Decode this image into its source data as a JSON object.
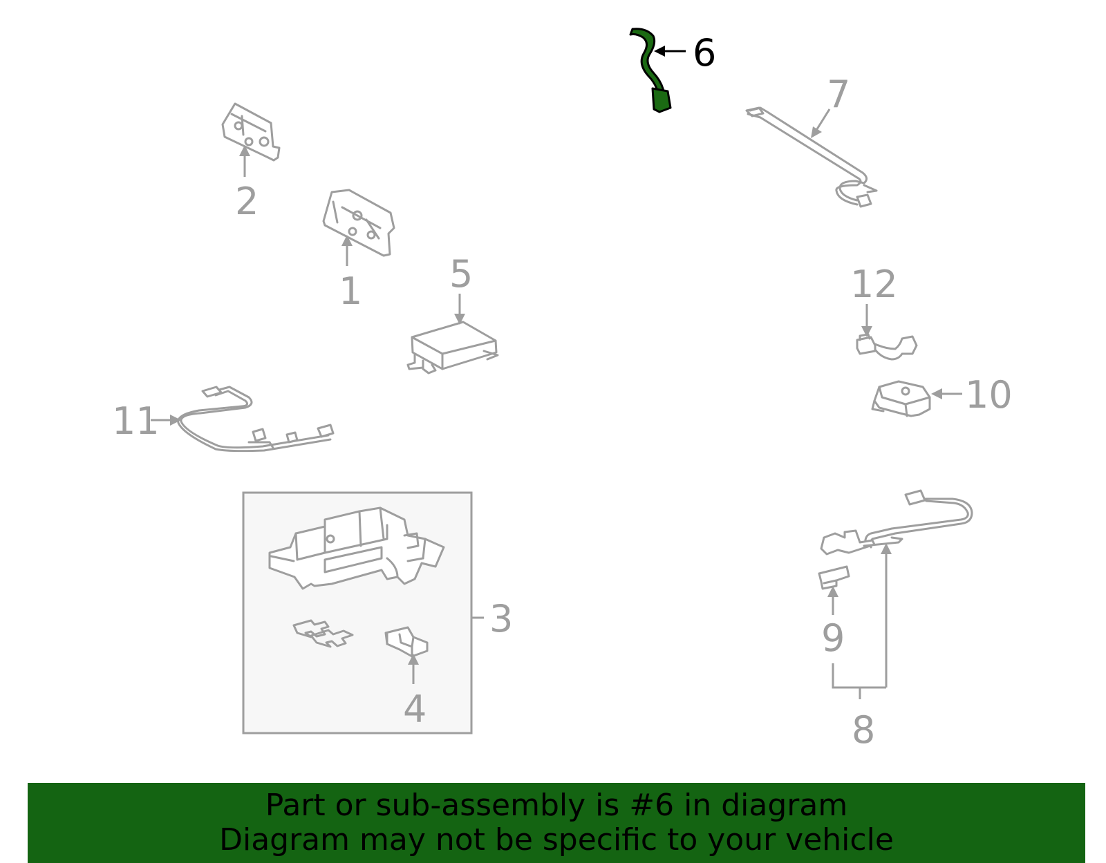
{
  "diagram": {
    "highlight_color": "#1b6a13",
    "callouts": {
      "c1": "1",
      "c2": "2",
      "c3": "3",
      "c4": "4",
      "c5": "5",
      "c6": "6",
      "c7": "7",
      "c8": "8",
      "c9": "9",
      "c10": "10",
      "c11": "11",
      "c12": "12"
    },
    "highlighted_part": "6"
  },
  "banner": {
    "line1": "Part or sub-assembly is #6 in diagram",
    "line2": "Diagram may not be specific to your vehicle",
    "background": "#146412"
  }
}
